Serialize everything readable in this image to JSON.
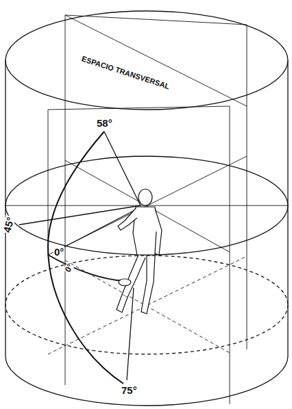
{
  "diagram": {
    "labels": [
      "ESPACIO TRANSVERSAL",
      "58°",
      "45°",
      "0°",
      "0°",
      "75°"
    ]
  }
}
